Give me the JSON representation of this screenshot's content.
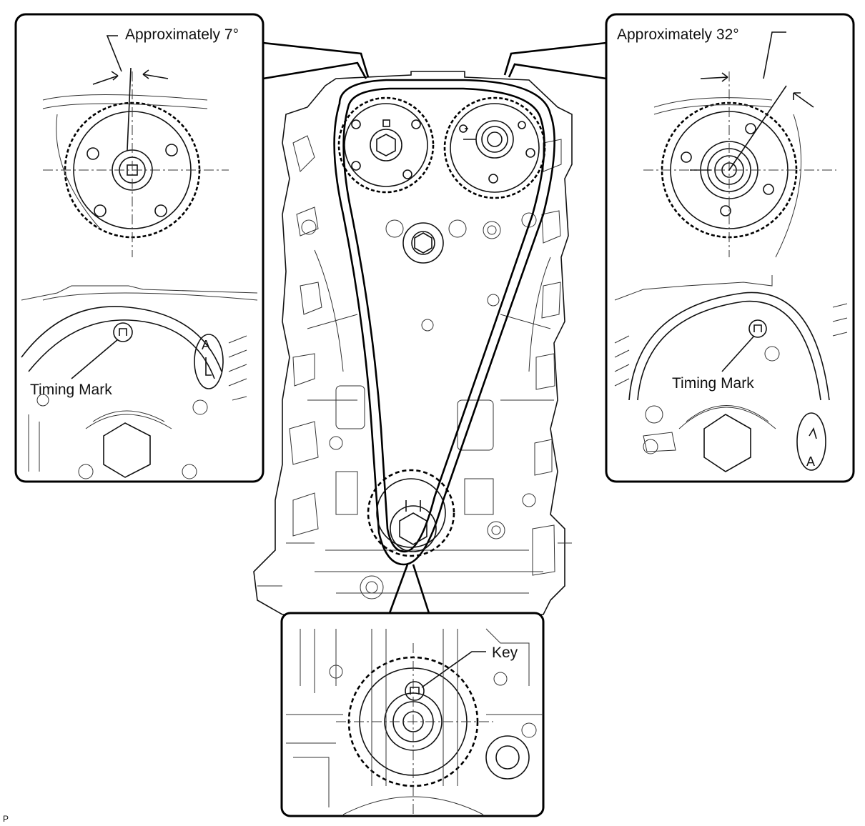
{
  "labels": {
    "left_angle": "Approximately 7°",
    "right_angle": "Approximately 32°",
    "left_timing": "Timing Mark",
    "right_timing": "Timing Mark",
    "key": "Key",
    "mark_a_left": "A",
    "mark_a_right": "A",
    "corner_code": "P"
  },
  "colors": {
    "line": "#000000",
    "background": "#ffffff"
  }
}
